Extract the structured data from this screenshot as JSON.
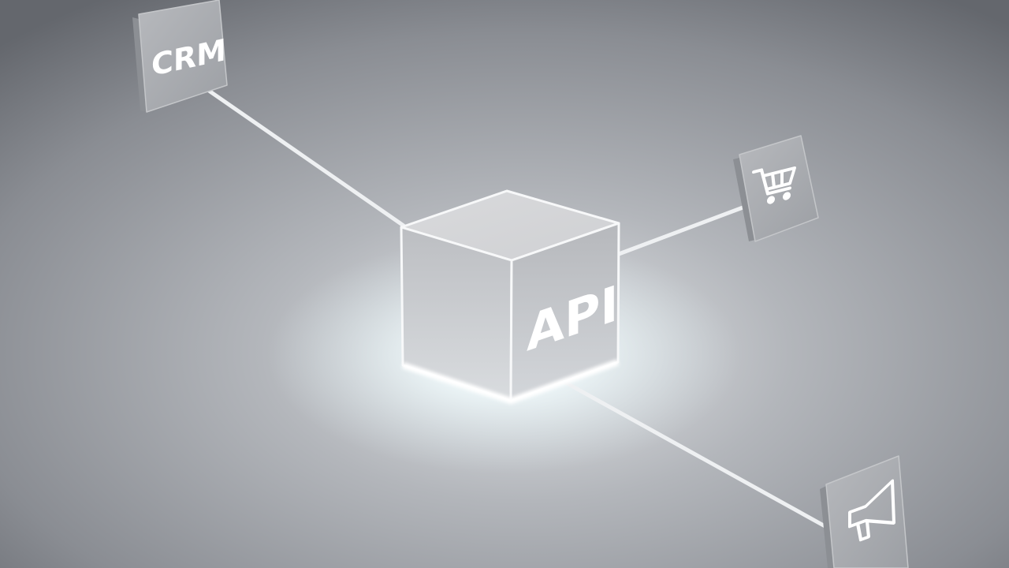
{
  "scene": {
    "center_block": {
      "label": "API"
    },
    "nodes": [
      {
        "id": "crm",
        "label": "CRM",
        "icon": "text-label"
      },
      {
        "id": "shop",
        "label": "",
        "icon": "shopping-cart-icon"
      },
      {
        "id": "marketing",
        "label": "",
        "icon": "megaphone-icon"
      }
    ],
    "colors": {
      "background_dark": "#5f6268",
      "background_light": "#d6d8dc",
      "glow": "#eaf6f8",
      "edge": "#f2f3f5",
      "tile": "#a3a6ab"
    }
  }
}
